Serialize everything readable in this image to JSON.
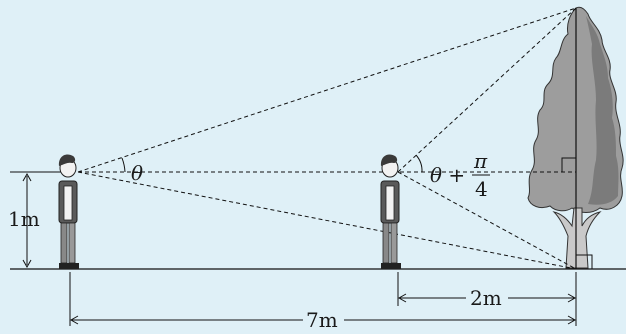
{
  "diagram": {
    "background_color": "#dff0f7",
    "tree_color_light": "#9d9d9d",
    "tree_color_dark": "#7b7b7b",
    "labels": {
      "theta_left": "θ",
      "theta_right_prefix": "θ +",
      "pi": "π",
      "four": "4",
      "height": "1m",
      "near_distance": "2m",
      "far_distance": "7m"
    }
  }
}
